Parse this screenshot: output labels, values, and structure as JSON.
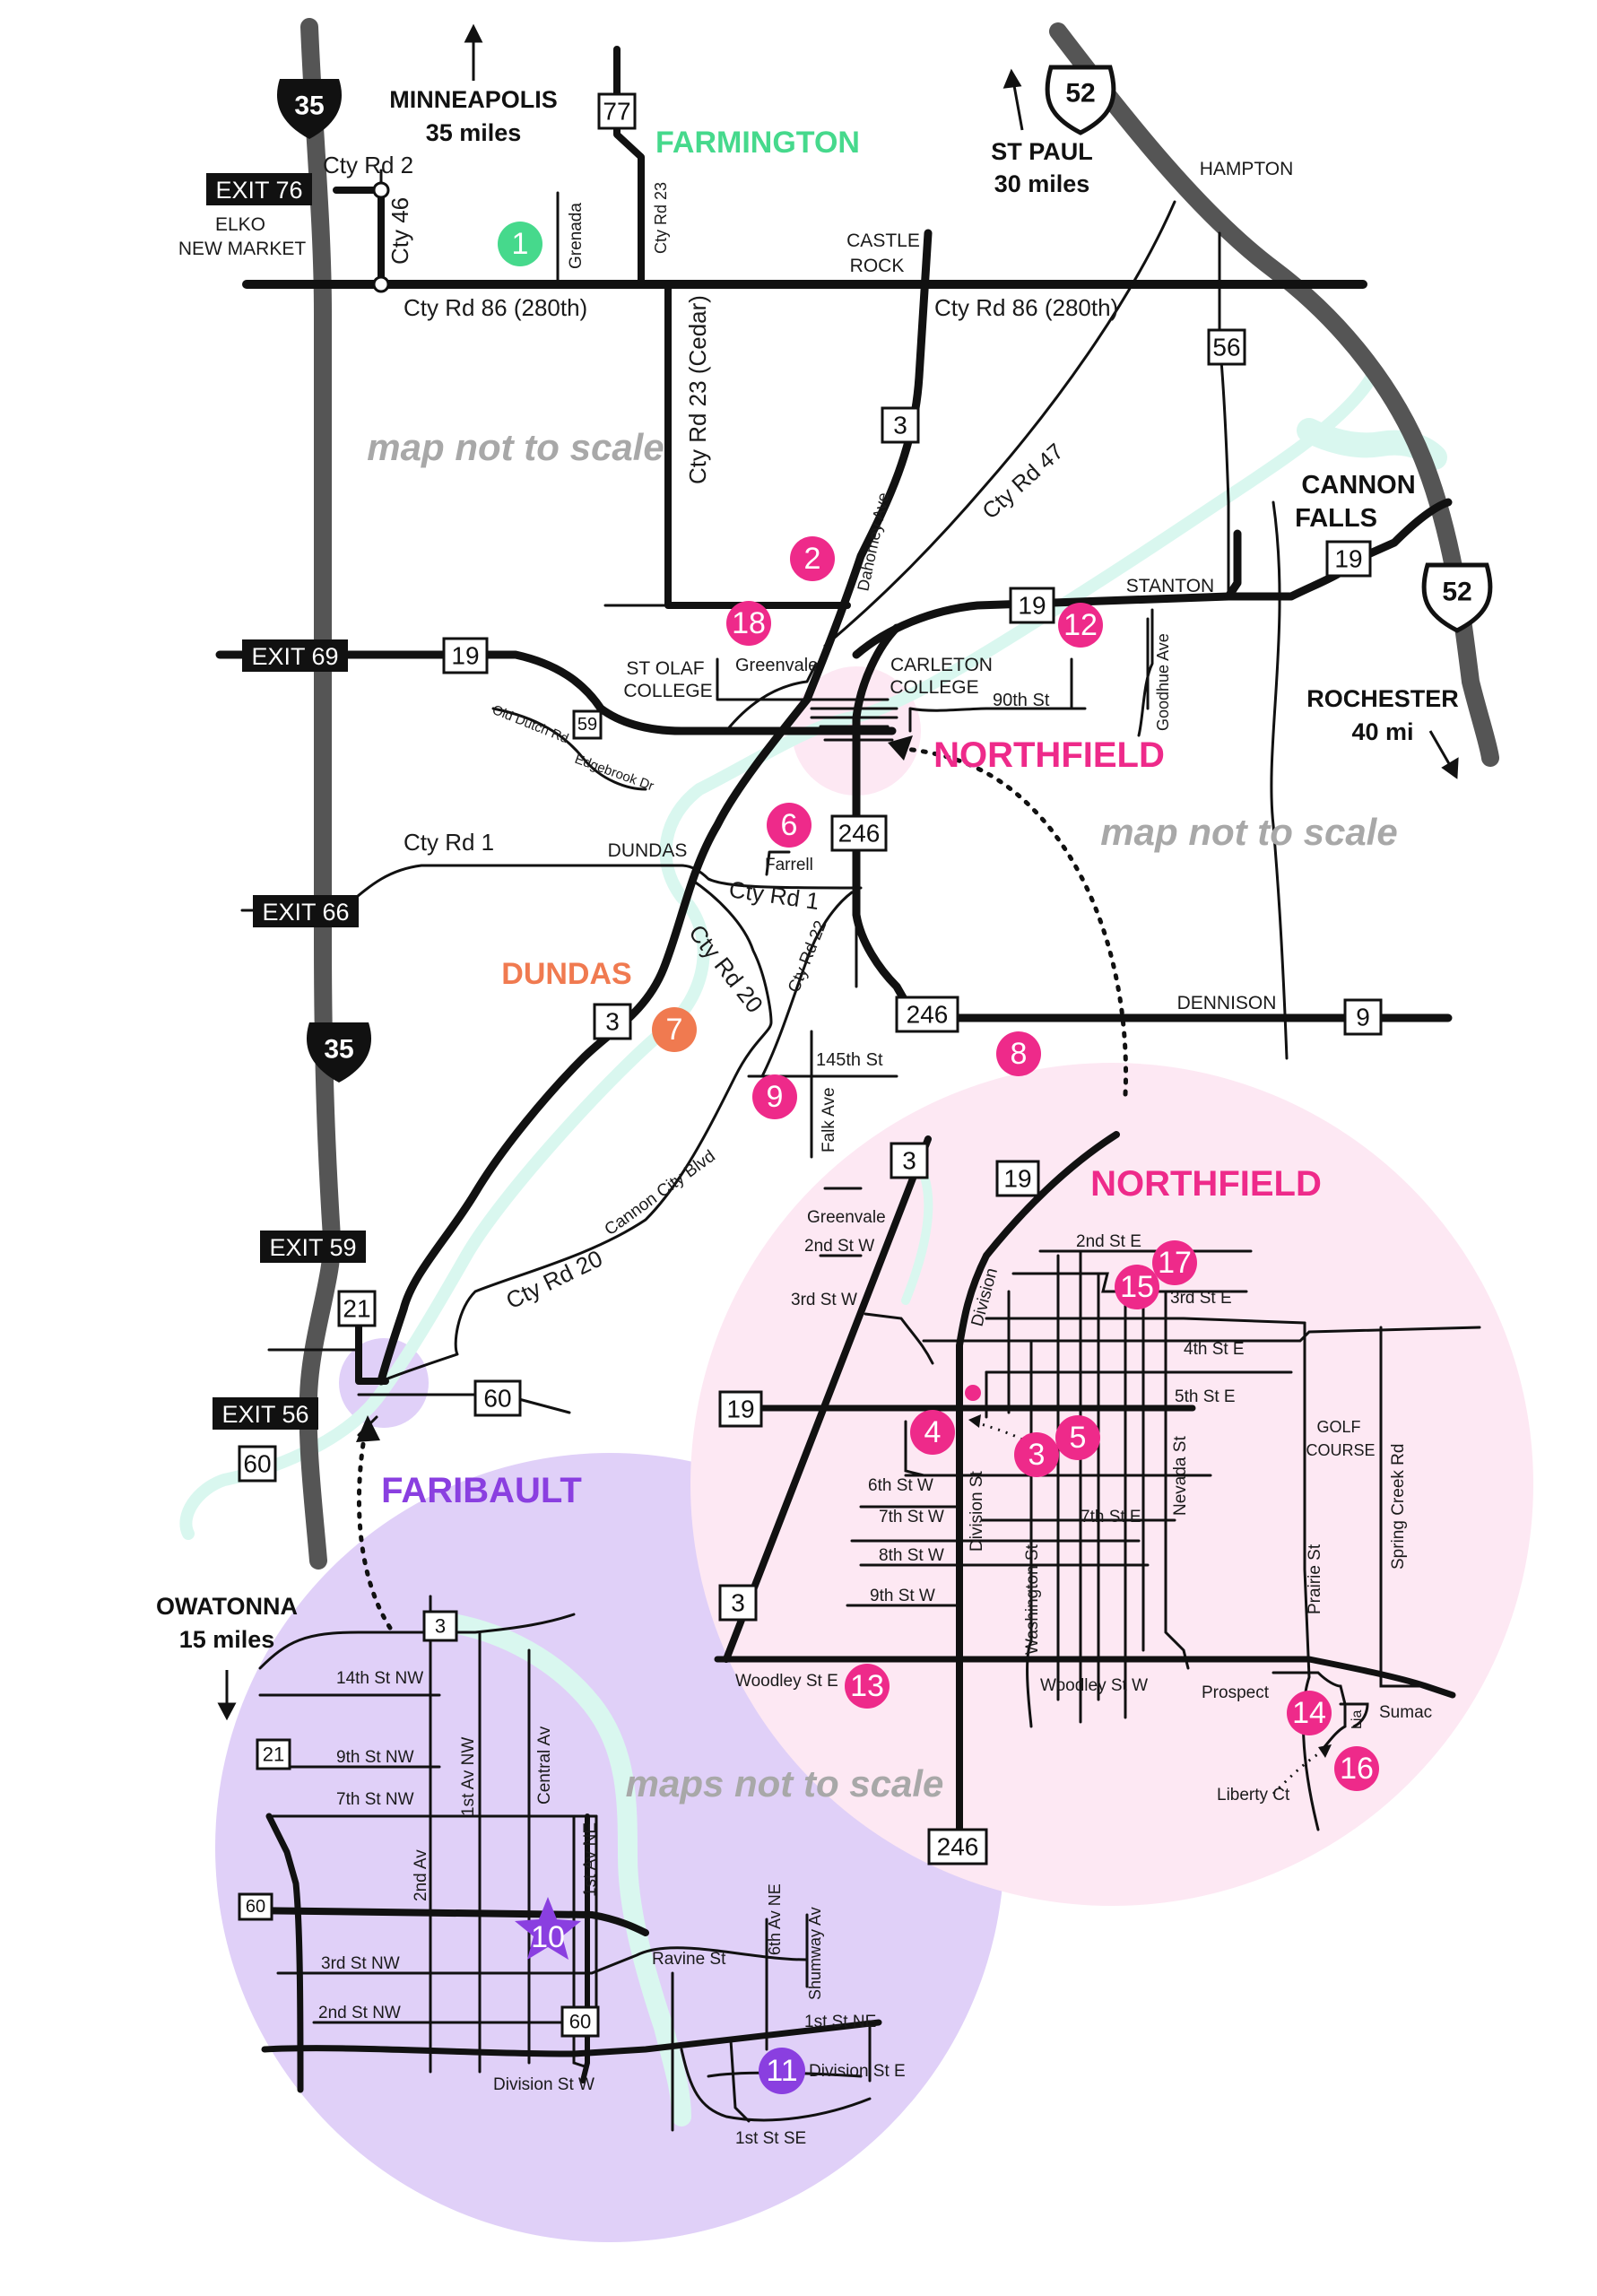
{
  "colors": {
    "interstate": "#555555",
    "road": "#111111",
    "river": "#d9f7ef",
    "northfield_pink": "#ee2a8a",
    "northfield_bg": "#fde8f3",
    "faribault_purple": "#8a3fe0",
    "faribault_bg": "#e0d0f8",
    "farmington_green": "#46d98c",
    "dundas_orange": "#f07a50",
    "label_gray": "#a8a8a8"
  },
  "directions": {
    "minneapolis": {
      "name": "MINNEAPOLIS",
      "distance": "35 miles"
    },
    "st_paul": {
      "name": "ST PAUL",
      "distance": "30 miles"
    },
    "rochester": {
      "name": "ROCHESTER",
      "distance": "40 mi"
    },
    "owatonna": {
      "name": "OWATONNA",
      "distance": "15 miles"
    }
  },
  "towns": {
    "farmington": "FARMINGTON",
    "northfield": "NORTHFIELD",
    "northfield_inset": "NORTHFIELD",
    "dundas": "DUNDAS",
    "faribault": "FARIBAULT",
    "cannon_falls_1": "CANNON",
    "cannon_falls_2": "FALLS",
    "hampton": "HAMPTON",
    "castle_rock_1": "CASTLE",
    "castle_rock_2": "ROCK",
    "elko_1": "ELKO",
    "elko_2": "NEW MARKET",
    "stanton": "STANTON",
    "dennison": "DENNISON",
    "dundas_small": "DUNDAS",
    "st_olaf_1": "ST OLAF",
    "st_olaf_2": "COLLEGE",
    "carleton_1": "CARLETON",
    "carleton_2": "COLLEGE",
    "golf_1": "GOLF",
    "golf_2": "COURSE"
  },
  "notes": {
    "not_to_scale_1": "map not to scale",
    "not_to_scale_2": "map not to scale",
    "not_to_scale_3": "maps not to scale"
  },
  "exits": {
    "e76": "EXIT 76",
    "e69": "EXIT 69",
    "e66": "EXIT 66",
    "e59": "EXIT 59",
    "e56": "EXIT 56"
  },
  "shields": {
    "i35_top": "35",
    "i35_mid": "35",
    "us52_top": "52",
    "us52_mid": "52"
  },
  "route_boxes": {
    "r77": "77",
    "r56": "56",
    "r3_a": "3",
    "r19_a": "19",
    "r19_b": "19",
    "r19_c": "19",
    "r59": "59",
    "r246_a": "246",
    "r246_b": "246",
    "r9": "9",
    "r3_b": "3",
    "r21_a": "21",
    "r60_a": "60",
    "r60_b": "60",
    "nf_r3_a": "3",
    "nf_r19_a": "19",
    "nf_r19_b": "19",
    "nf_r3_b": "3",
    "nf_r246": "246",
    "fb_r3": "3",
    "fb_r21": "21",
    "fb_r60_a": "60",
    "fb_r60_b": "60"
  },
  "roads": {
    "cty_rd_2": "Cty Rd 2",
    "cty_46": "Cty 46",
    "grenada": "Grenada",
    "cty_rd_23_small": "Cty Rd 23",
    "cty_rd_86_w": "Cty Rd 86 (280th)",
    "cty_rd_86_e": "Cty Rd 86 (280th)",
    "cty_rd_23_cedar": "Cty Rd 23 (Cedar)",
    "dahomey": "Dahomey Ave",
    "cty_rd_47": "Cty Rd 47",
    "greenvale": "Greenvale",
    "ninetieth": "90th St",
    "goodhue": "Goodhue Ave",
    "old_dutch": "Old Dutch Rd",
    "edgebrook": "Edgebrook Dr",
    "cty_rd_1_w": "Cty Rd 1",
    "cty_rd_1_e": "Cty Rd 1",
    "farrell": "Farrell",
    "cty_rd_20_a": "Cty Rd 20",
    "cty_rd_22": "Cty Rd 22",
    "st_145": "145th St",
    "falk": "Falk Ave",
    "cannon_city": "Cannon City Blvd",
    "cty_rd_20_b": "Cty Rd 20",
    "nf_greenvale": "Greenvale",
    "nf_2nd_w": "2nd St W",
    "nf_3rd_w": "3rd St W",
    "nf_division_diag": "Division",
    "nf_2nd_e": "2nd St E",
    "nf_3rd_e": "3rd St E",
    "nf_4th_e": "4th St E",
    "nf_5th_e": "5th St E",
    "nf_6th_w": "6th St W",
    "nf_7th_w": "7th St W",
    "nf_7th_e": "7th St E",
    "nf_8th_w": "8th St W",
    "nf_9th_w": "9th St W",
    "nf_division_st": "Division St",
    "nf_washington": "Washington St",
    "nf_nevada": "Nevada St",
    "nf_woodley_e": "Woodley St E",
    "nf_woodley_w": "Woodley St W",
    "nf_prospect": "Prospect",
    "nf_prairie": "Prairie St",
    "nf_spring_creek": "Spring Creek Rd",
    "nf_sumac": "Sumac",
    "nf_lia": "Lia",
    "nf_liberty": "Liberty Ct",
    "fb_14th": "14th St NW",
    "fb_9th": "9th St NW",
    "fb_7th": "7th St NW",
    "fb_2nd_av": "2nd Av",
    "fb_1st_av_nw": "1st Av NW",
    "fb_central": "Central Av",
    "fb_1st_av_ne": "1st Av NE",
    "fb_6th_av_ne": "6th Av NE",
    "fb_shumway": "Shumway Av",
    "fb_3rd_nw": "3rd St NW",
    "fb_2nd_nw": "2nd St NW",
    "fb_ravine": "Ravine St",
    "fb_1st_ne": "1st St NE",
    "fb_division_w": "Division St W",
    "fb_division_e": "Division St E",
    "fb_1st_se": "1st St SE"
  },
  "markers": {
    "m1": "1",
    "m2": "2",
    "m3": "3",
    "m4": "4",
    "m5": "5",
    "m6": "6",
    "m7": "7",
    "m8": "8",
    "m9": "9",
    "m10": "10",
    "m11": "11",
    "m12": "12",
    "m13": "13",
    "m14": "14",
    "m15": "15",
    "m16": "16",
    "m17": "17",
    "m18": "18"
  }
}
